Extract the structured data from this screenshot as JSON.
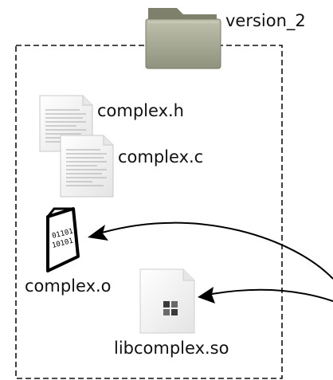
{
  "folder": {
    "label": "version_2",
    "icon": "folder-icon"
  },
  "files": [
    {
      "label": "complex.h",
      "icon": "text-file-icon"
    },
    {
      "label": "complex.c",
      "icon": "text-file-icon"
    },
    {
      "label": "complex.o",
      "icon": "binary-file-icon",
      "binary_text": [
        "01101",
        "10101"
      ]
    },
    {
      "label": "libcomplex.so",
      "icon": "library-file-icon"
    }
  ],
  "arrows": [
    {
      "target": "complex.o"
    },
    {
      "target": "libcomplex.so"
    }
  ],
  "colors": {
    "folder": "#a9ab97",
    "border": "#111111",
    "arrow": "#000000"
  }
}
